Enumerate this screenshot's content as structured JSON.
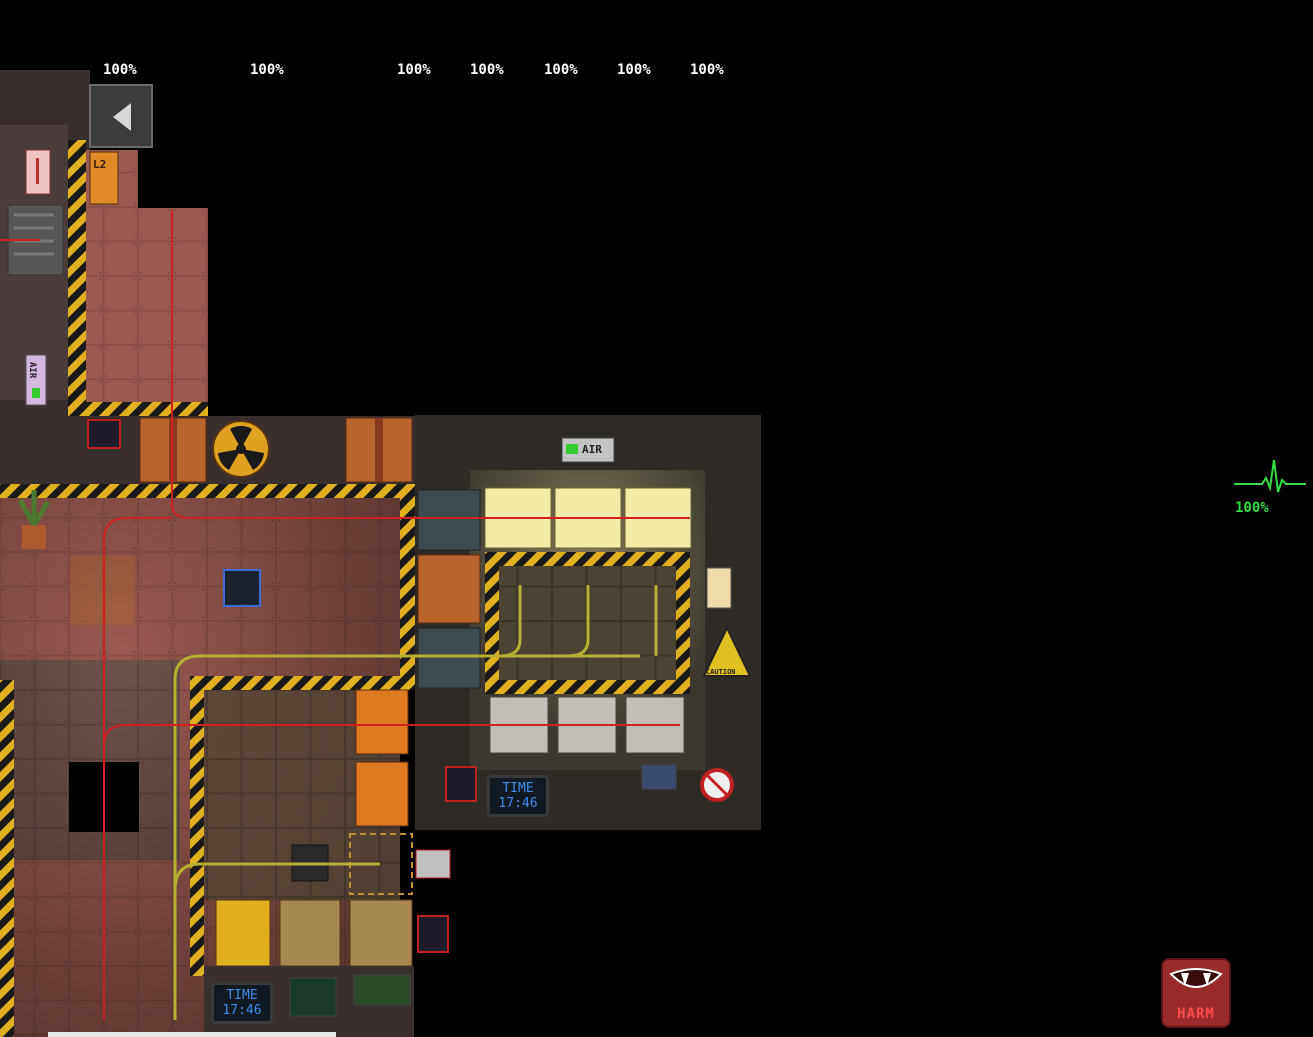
{
  "hud": {
    "percent_labels": [
      "100%",
      "100%",
      "100%",
      "100%",
      "100%",
      "100%",
      "100%"
    ],
    "health_value": "100%",
    "intent_label": "HARM"
  },
  "clocks": [
    {
      "title": "TIME",
      "time": "17:46"
    },
    {
      "title": "TIME",
      "time": "17:46"
    }
  ],
  "signs": {
    "air_sign_1": "AIR",
    "air_sign_2": "AIR",
    "caution_sign": "CAUTION",
    "door_label": "L2"
  },
  "colors": {
    "floor": "#9a5a50",
    "wall": "#3a2f2f",
    "hazard_yellow": "#e0b020",
    "power_cable": "#d02020",
    "pipe": "#b8b030",
    "health_green": "#33dd44",
    "harm_red": "#9a2b2b"
  }
}
